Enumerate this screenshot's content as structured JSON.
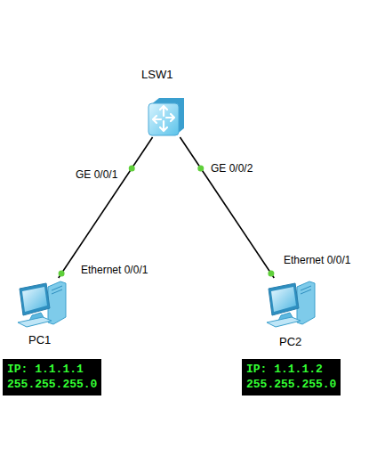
{
  "diagram": {
    "nodes": [
      {
        "text": [
          "LSW1"
        ]
      },
      {
        "text": [
          "PC1"
        ]
      },
      {
        "text": [
          "PC2"
        ]
      },
      {
        "text": [
          "IP: 1.1.1.1",
          "255.255.255.0"
        ]
      },
      {
        "text": [
          "IP: 1.1.1.2",
          "255.255.255.0"
        ]
      }
    ],
    "edges": [
      {
        "from": 0,
        "to": 1,
        "arrow": "none"
      },
      {
        "from": 0,
        "to": 2,
        "arrow": "none"
      }
    ],
    "labels": [
      "GE 0/0/1",
      "GE 0/0/2",
      "Ethernet 0/0/1",
      "Ethernet 0/0/1"
    ]
  }
}
